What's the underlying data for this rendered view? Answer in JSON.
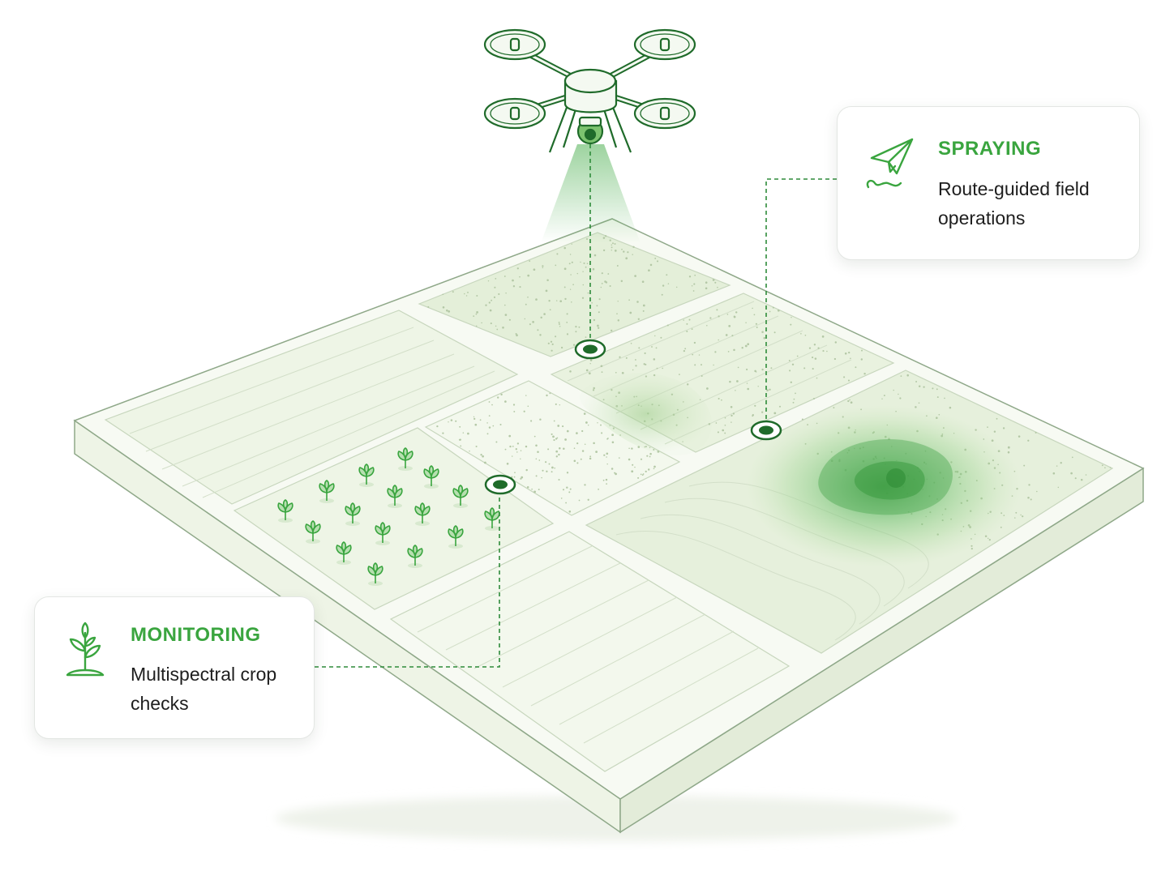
{
  "callouts": {
    "spraying": {
      "title": "SPRAYING",
      "text": "Route-guided field operations",
      "icon": "paper-plane-icon"
    },
    "monitoring": {
      "title": "MONITORING",
      "text": "Multispectral crop checks",
      "icon": "sprout-icon"
    }
  },
  "colors": {
    "accent": "#3aa53f",
    "dark_green": "#1f6b2a",
    "field": "#eef5e6",
    "field_light": "#f4f8ef",
    "platform_edge": "#e8efe0"
  },
  "icons": [
    "drone-icon",
    "crop-plant-icon",
    "location-marker-icon",
    "paper-plane-icon",
    "sprout-icon"
  ]
}
